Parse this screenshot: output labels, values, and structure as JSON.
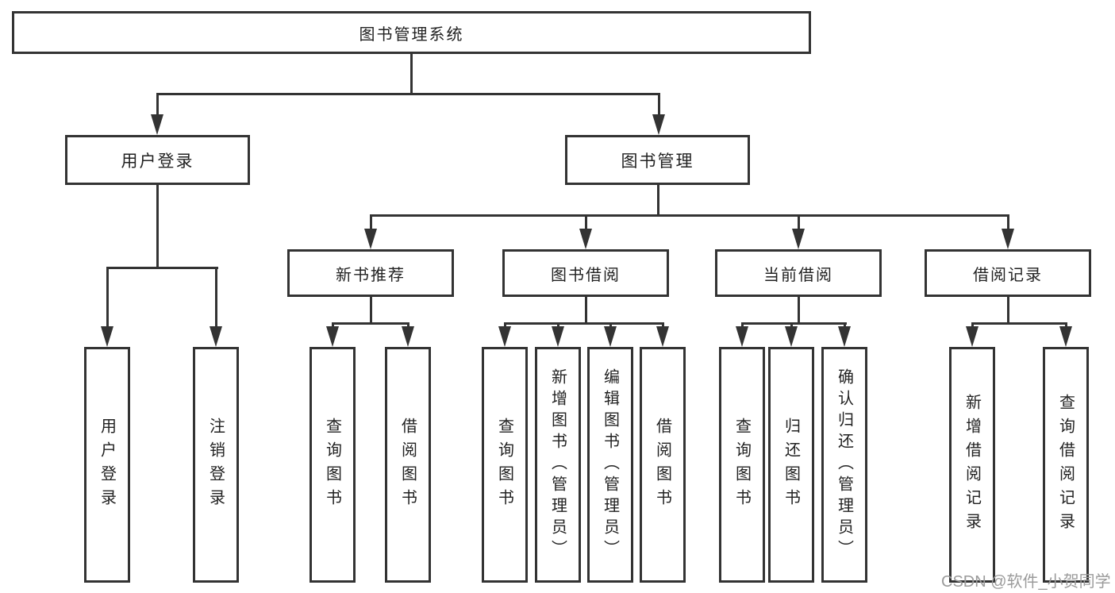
{
  "diagram": {
    "root": {
      "label": "图书管理系统"
    },
    "children": [
      {
        "label": "用户登录",
        "children": [
          {
            "label": "用户登录"
          },
          {
            "label": "注销登录"
          }
        ]
      },
      {
        "label": "图书管理",
        "children": [
          {
            "label": "新书推荐",
            "children": [
              {
                "label": "查询图书"
              },
              {
                "label": "借阅图书"
              }
            ]
          },
          {
            "label": "图书借阅",
            "children": [
              {
                "label": "查询图书"
              },
              {
                "label": "新增图书（管理员）"
              },
              {
                "label": "编辑图书（管理员）"
              },
              {
                "label": "借阅图书"
              }
            ]
          },
          {
            "label": "当前借阅",
            "children": [
              {
                "label": "查询图书"
              },
              {
                "label": "归还图书"
              },
              {
                "label": "确认归还（管理员）"
              }
            ]
          },
          {
            "label": "借阅记录",
            "children": [
              {
                "label": "新增借阅记录"
              },
              {
                "label": "查询借阅记录"
              }
            ]
          }
        ]
      }
    ]
  },
  "watermark": {
    "text": "CSDN @软件_小贺同学"
  },
  "colors": {
    "line": "#333333",
    "text": "#222222",
    "watermark": "#9b9b9b",
    "background": "#ffffff"
  }
}
